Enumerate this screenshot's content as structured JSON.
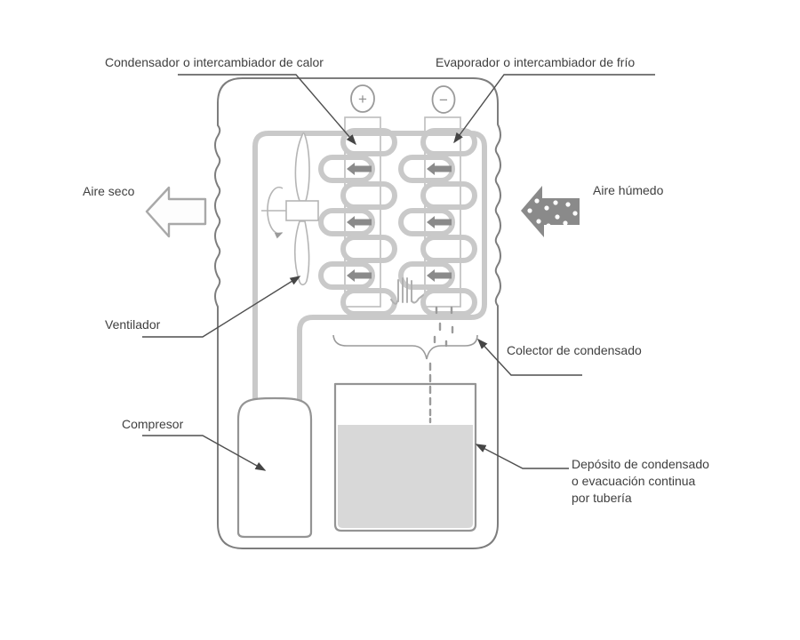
{
  "diagram": {
    "title_implicit": "Esquema de deshumidificador",
    "labels": {
      "condenser": "Condensador o intercambiador de calor",
      "evaporator": "Evaporador o intercambiador de frío",
      "dry_air": "Aire seco",
      "humid_air": "Aire húmedo",
      "fan": "Ventilador",
      "compressor": "Compresor",
      "condensate_collector": "Colector de condensado",
      "tank_line1": "Depósito de condensado",
      "tank_line2": "o evacuación continua",
      "tank_line3": "por tubería"
    },
    "badges": {
      "plus": "+",
      "minus": "−"
    },
    "colors": {
      "label_text": "#3f3f3f",
      "leader_line": "#4f4f4f",
      "outline_gray": "#7d7d7d",
      "light_gray": "#b5b5b5",
      "pipe_gray": "#c9c9c9",
      "dark_arrow": "#8a8a8a",
      "water_fill": "#d8d8d8"
    }
  }
}
